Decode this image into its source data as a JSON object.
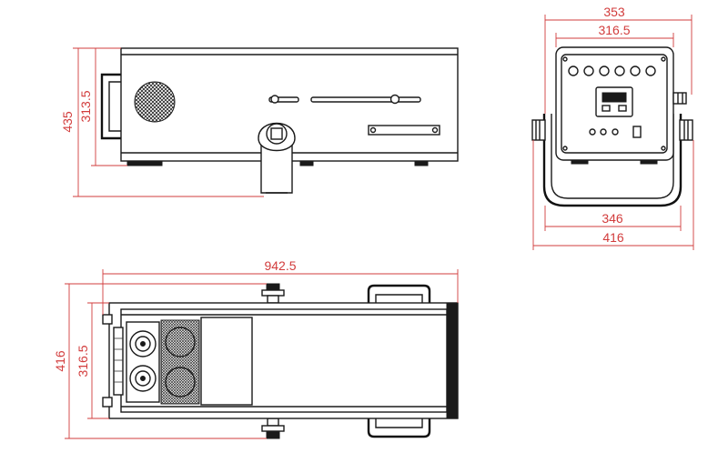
{
  "dimensions": {
    "side_height_total": "435",
    "side_height_body": "313.5",
    "front_width_outer": "353",
    "front_width_inner": "316.5",
    "front_bracket_width": "346",
    "front_width_total": "416",
    "top_length": "942.5",
    "top_width_total": "416",
    "top_width_body": "316.5"
  },
  "colors": {
    "dimension_lines": "#d23c3c",
    "outline": "#1a1a1a"
  }
}
